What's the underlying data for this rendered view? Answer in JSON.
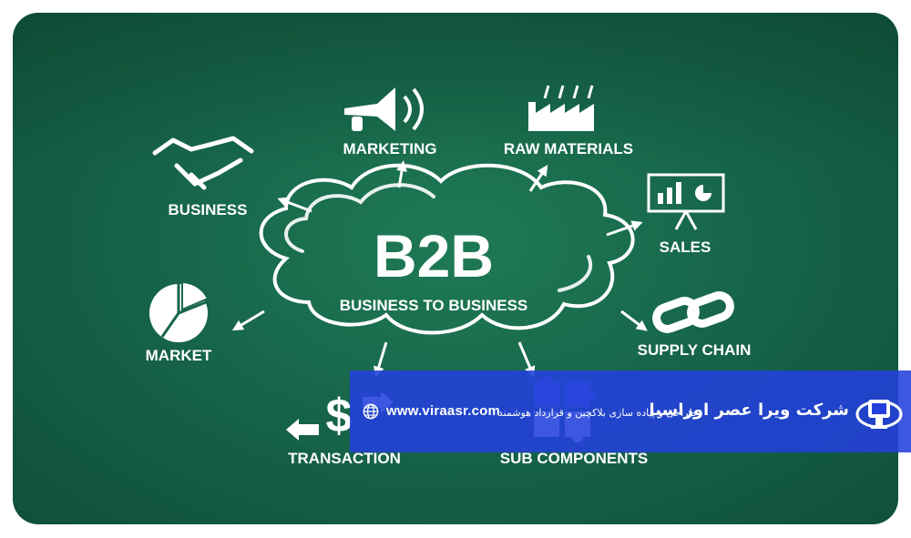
{
  "diagram": {
    "center_title": "B2B",
    "center_subtitle": "BUSINESS TO BUSINESS",
    "nodes": {
      "marketing": "MARKETING",
      "raw_materials": "RAW MATERIALS",
      "business": "BUSINESS",
      "sales": "SALES",
      "market": "MARKET",
      "supply_chain": "SUPPLY CHAIN",
      "transaction": "TRANSACTION",
      "sub_components": "SUB COMPONENTS"
    }
  },
  "banner": {
    "url": "www.viraasr.com",
    "company_name": "شرکت ویرا عصر اوراسیا",
    "tagline": "طراحی و پیاده سازی بلاکچین و قرارداد هوشمند"
  },
  "colors": {
    "background_green": "#17664a",
    "banner_blue": "#2340dc",
    "foreground": "#ffffff"
  }
}
